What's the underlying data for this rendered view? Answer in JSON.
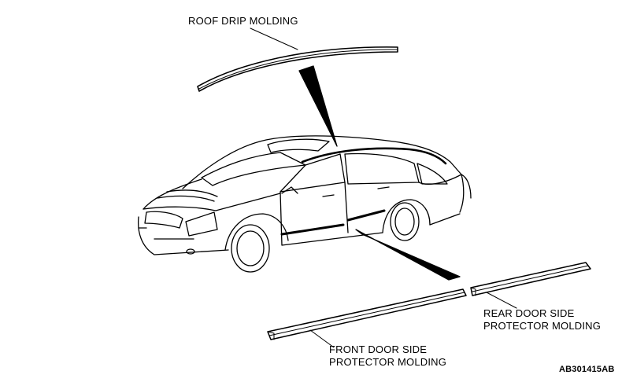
{
  "labels": {
    "roof_drip": "ROOF DRIP MOLDING",
    "rear_door": [
      "REAR DOOR SIDE",
      "PROTECTOR MOLDING"
    ],
    "front_door": [
      "FRONT DOOR SIDE",
      "PROTECTOR MOLDING"
    ]
  },
  "figure_code": "AB301415AB",
  "colors": {
    "line": "#000000",
    "background": "#ffffff"
  }
}
